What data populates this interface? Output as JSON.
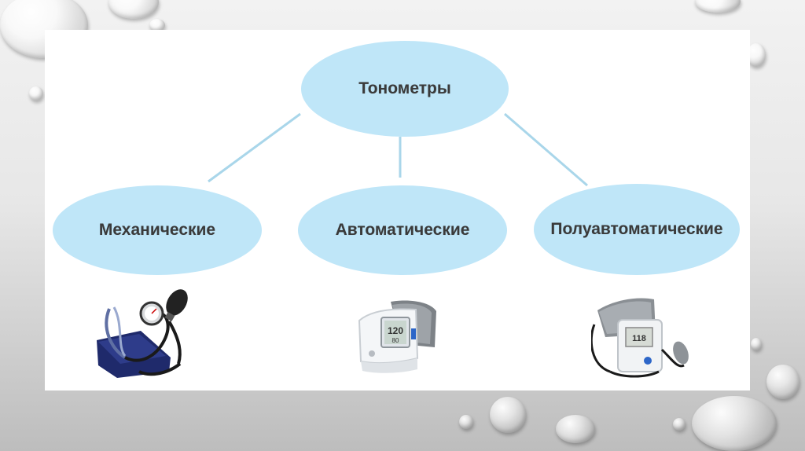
{
  "diagram": {
    "root": {
      "label": "Тонометры"
    },
    "children": [
      {
        "label": "Механические",
        "device_icon": "mechanical-tonometer-icon"
      },
      {
        "label": "Автоматические",
        "device_icon": "automatic-tonometer-icon"
      },
      {
        "label": "Полуавтоматические",
        "device_icon": "semiautomatic-tonometer-icon"
      }
    ]
  },
  "colors": {
    "node_fill": "#bfe6f8",
    "connector": "#a9d6ea",
    "text": "#3a3a3a"
  }
}
